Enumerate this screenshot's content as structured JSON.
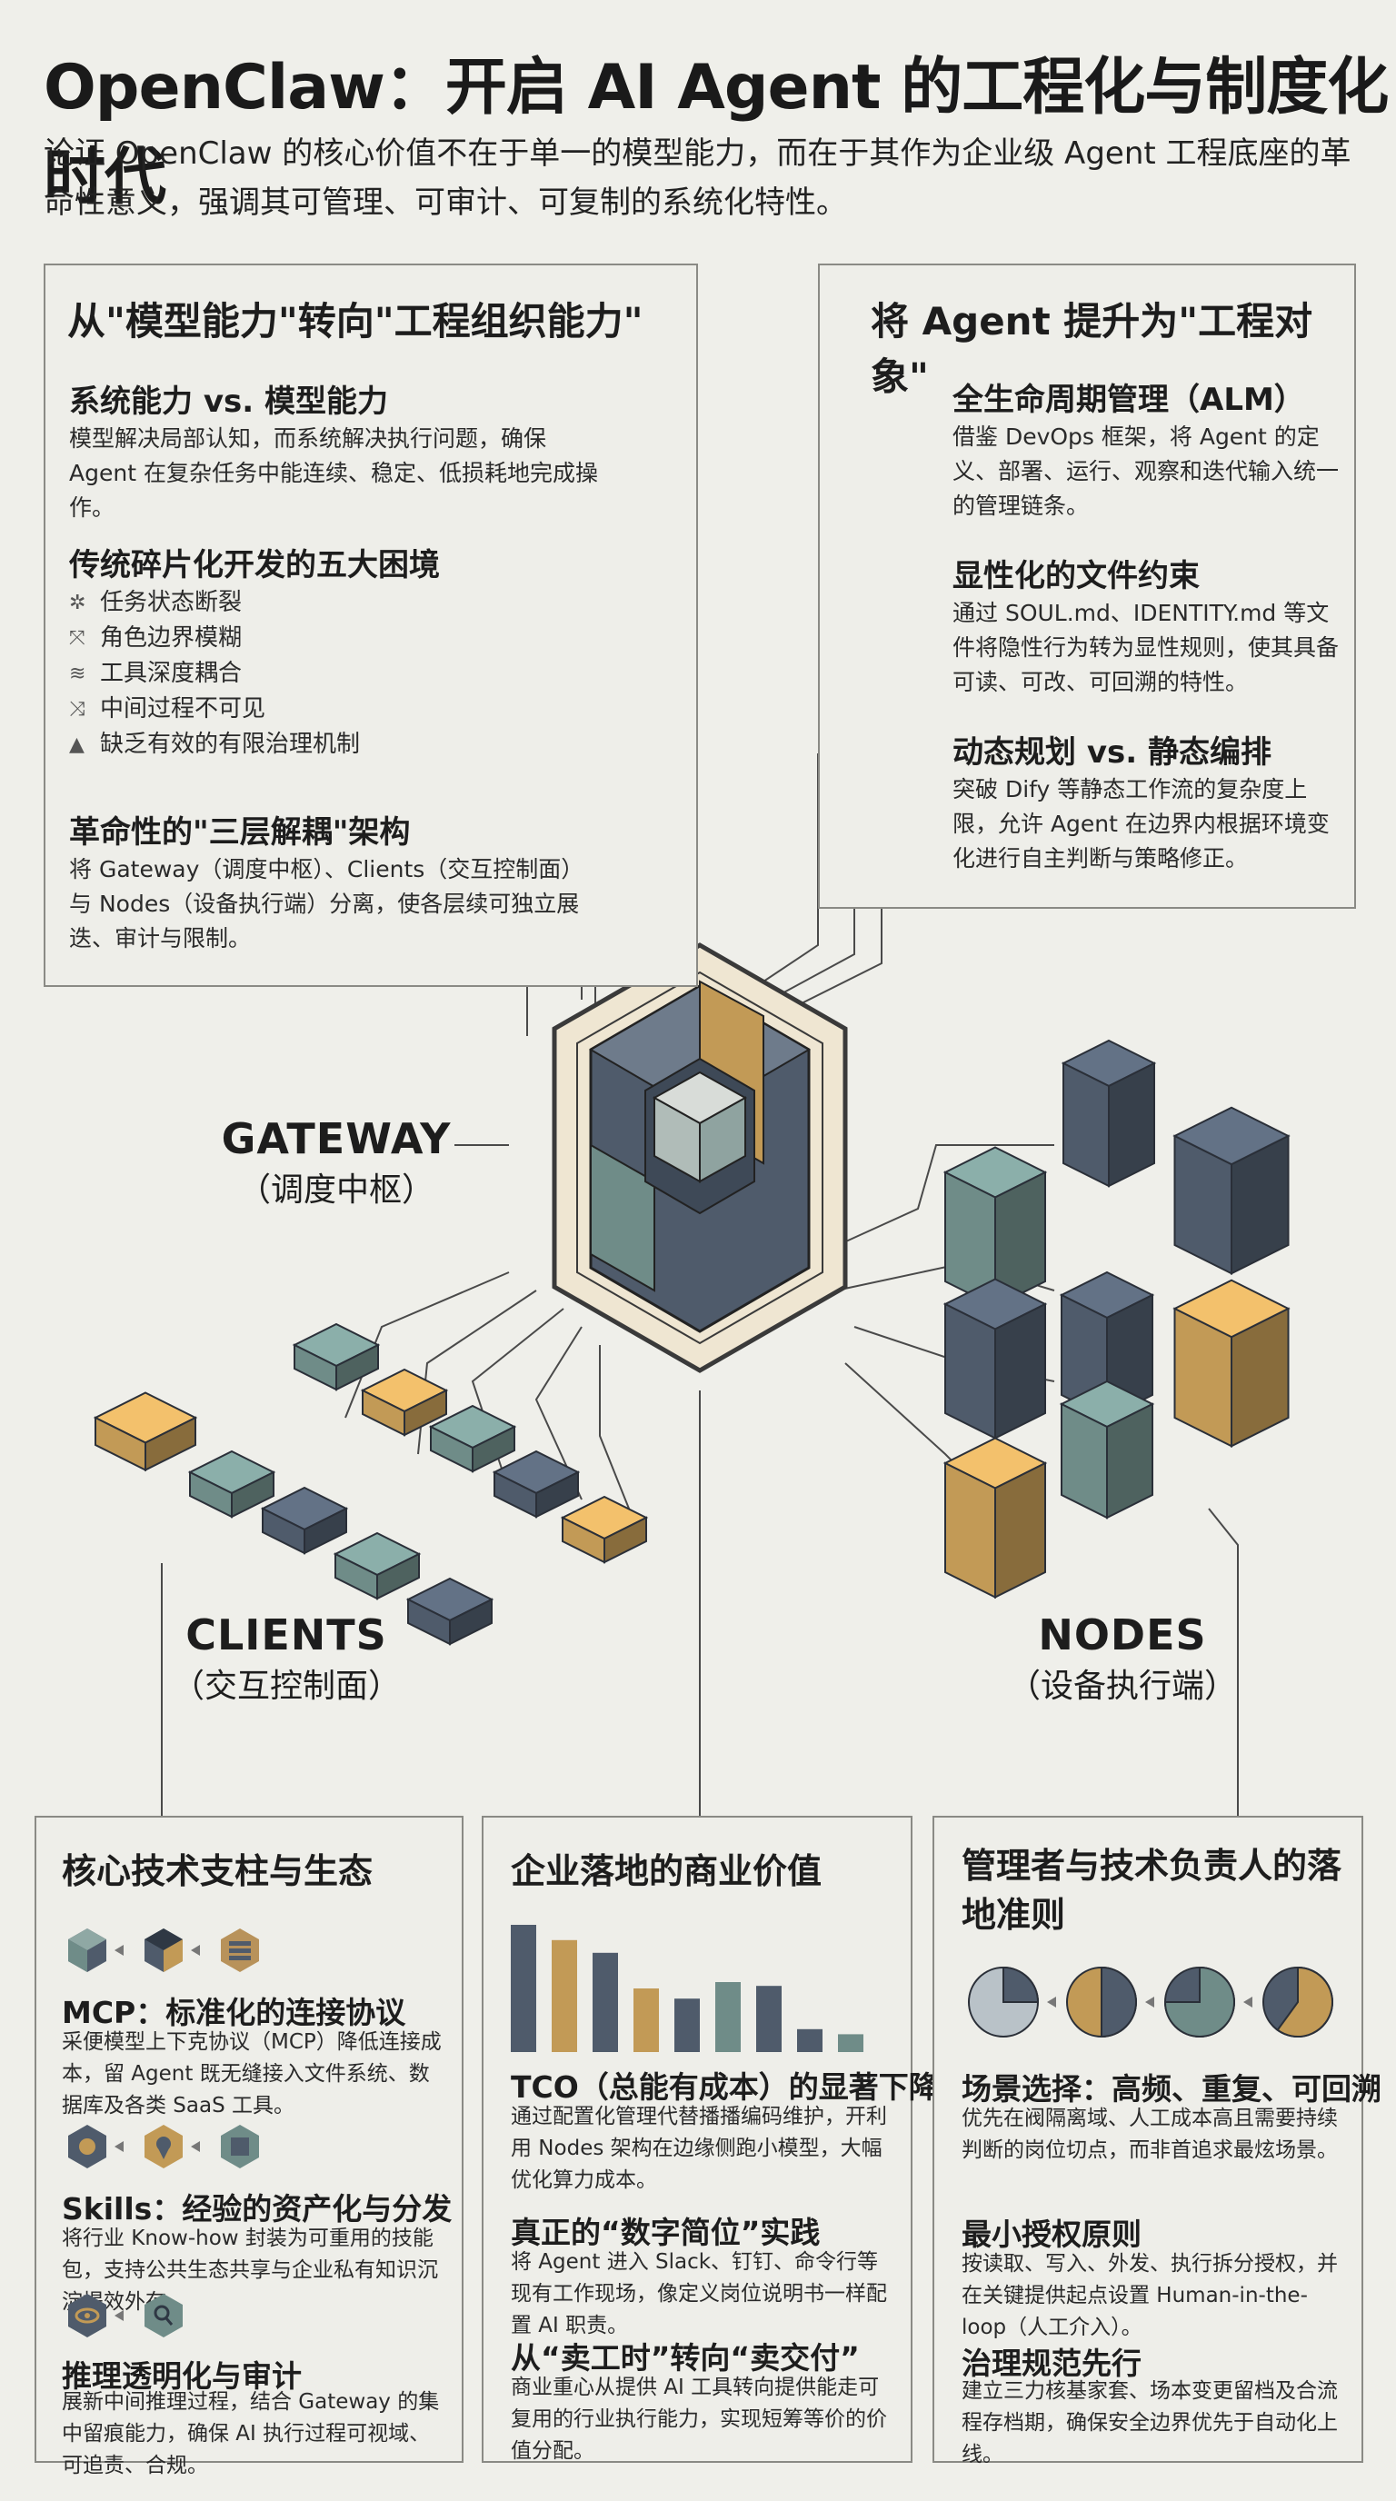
{
  "header": {
    "title": "OpenClaw：开启 AI Agent 的工程化与制度化时代",
    "subtitle": "论证 OpenClaw 的核心价值不在于单一的模型能力，而在于其作为企业级 Agent 工程底座的革命性意义，强调其可管理、可审计、可复制的系统化特性。"
  },
  "left_panel": {
    "title": "从\"模型能力\"转向\"工程组织能力\"",
    "sec1_title": "系统能力 vs. 模型能力",
    "sec1_body": "模型解决局部认知，而系统解决执行问题，确保 Agent 在复杂任务中能连续、稳定、低损耗地完成操作。",
    "sec2_title": "传统碎片化开发的五大困境",
    "sec2_items": [
      {
        "icon": "✲",
        "icon_name": "snowflake-icon",
        "text": "任务状态断裂"
      },
      {
        "icon": "⤧",
        "icon_name": "cross-arrows-icon",
        "text": "角色边界模糊"
      },
      {
        "icon": "≋",
        "icon_name": "layers-icon",
        "text": "工具深度耦合"
      },
      {
        "icon": "⤨",
        "icon_name": "shuffle-icon",
        "text": "中间过程不可见"
      },
      {
        "icon": "▲",
        "icon_name": "warning-icon",
        "text": "缺乏有效的有限治理机制"
      }
    ],
    "sec3_title": "革命性的\"三层解耦\"架构",
    "sec3_body": "将 Gateway（调度中枢）、Clients（交互控制面）与 Nodes（设备执行端）分离，使各层续可独立展迭、审计与限制。"
  },
  "right_panel": {
    "title": "将 Agent 提升为\"工程对象\"",
    "sec1_title": "全生命周期管理（ALM）",
    "sec1_body": "借鉴 DevOps 框架，将 Agent 的定义、部署、运行、观察和迭代输入统一的管理链条。",
    "sec2_title": "显性化的文件约束",
    "sec2_body": "通过 SOUL.md、IDENTITY.md 等文件将隐性行为转为显性规则，使其具备可读、可改、可回溯的特性。",
    "sec3_title": "动态规划 vs. 静态编排",
    "sec3_body": "突破 Dify 等静态工作流的复杂度上限，允许 Agent 在边界内根据环境变化进行自主判断与策略修正。"
  },
  "diagram": {
    "gateway_en": "GATEWAY",
    "gateway_zh": "（调度中枢）",
    "clients_en": "CLIENTS",
    "clients_zh": "（交互控制面）",
    "nodes_en": "NODES",
    "nodes_zh": "（设备执行端）"
  },
  "colors": {
    "slate": "#4f5b6b",
    "teal": "#6f8c88",
    "ochre": "#c29a56",
    "background": "#efefea"
  },
  "bottom_left": {
    "title": "核心技术支柱与生态",
    "s1_title": "MCP：标准化的连接协议",
    "s1_body": "采便模型上下克协议（MCP）降低连接成本，留 Agent 既无缝接入文件系统、数据库及各类 SaaS 工具。",
    "s2_title": "Skills：经验的资产化与分发",
    "s2_body": "将行业 Know-how 封装为可重用的技能包，支持公共生态共享与企业私有知识沉淀提效外存。",
    "s3_title": "推理透明化与审计",
    "s3_body": "展新中间推理过程，结合 Gateway 的集中留痕能力，确保 AI 执行过程可视域、可追责、合规。"
  },
  "bottom_mid": {
    "title": "企业落地的商业价值",
    "bar_chart": {
      "values": [
        100,
        88,
        78,
        50,
        42,
        55,
        52,
        18,
        14
      ]
    },
    "s1_title": "TCO（总能有成本）的显著下降",
    "s1_body": "通过配置化管理代替播播编码维护，开利用 Nodes 架构在边缘侧跑小模型，大幅优化算力成本。",
    "s2_title": "真正的“数字简位”实践",
    "s2_body": "将 Agent 进入 Slack、钉钉、命令行等现有工作现场，像定义岗位说明书一样配置 AI 职责。",
    "s3_title": "从“卖工时”转向“卖交付”",
    "s3_body": "商业重心从提供 AI 工具转向提供能走可复用的行业执行能力，实现短筹等价的价值分配。"
  },
  "bottom_right": {
    "title": "管理者与技术负责人的落地准则",
    "pie_fractions": [
      0.25,
      0.5,
      0.75,
      0.6
    ],
    "s1_title": "场景选择：高频、重复、可回溯",
    "s1_body": "优先在阀隔离域、人工成本高且需要持续判断的岗位切点，而非首追求最炫场景。",
    "s2_title": "最小授权原则",
    "s2_body": "按读取、写入、外发、执行拆分授权，并在关键提供起点设置 Human-in-the-loop（人工介入）。",
    "s3_title": "治理规范先行",
    "s3_body": "建立三力核基家套、场本变更留档及合流程存档期，确保安全边界优先于自动化上线。"
  }
}
